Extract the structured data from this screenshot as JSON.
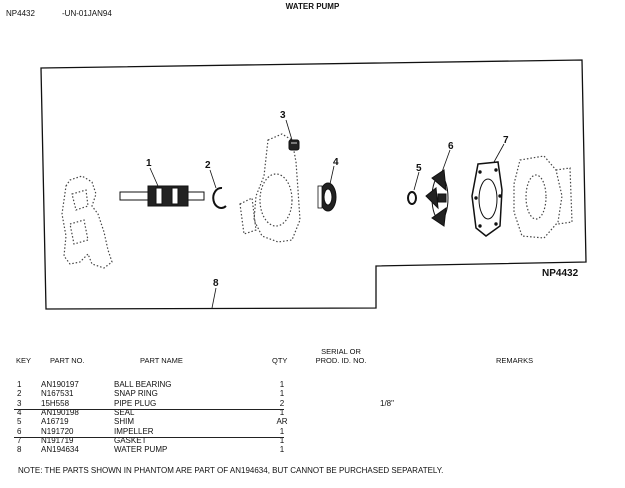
{
  "header": {
    "doc_id": "NP4432",
    "doc_code": "-UN-01JAN94",
    "title": "WATER PUMP"
  },
  "diagram": {
    "ref_label": "NP4432",
    "callouts": [
      "1",
      "2",
      "3",
      "4",
      "5",
      "6",
      "7",
      "8"
    ]
  },
  "table": {
    "columns": {
      "key": "KEY",
      "part_no": "PART NO.",
      "part_name": "PART NAME",
      "qty": "QTY",
      "serial_line1": "SERIAL OR",
      "serial_line2": "PROD. ID. NO.",
      "remarks": "REMARKS"
    },
    "rows": [
      {
        "key": "1",
        "part_no": "AN190197",
        "part_name": "BALL BEARING",
        "qty": "1",
        "remarks": ""
      },
      {
        "key": "2",
        "part_no": "N167531",
        "part_name": "SNAP RING",
        "qty": "1",
        "remarks": ""
      },
      {
        "key": "3",
        "part_no": "15H558",
        "part_name": "PIPE PLUG",
        "qty": "2",
        "remarks": "1/8\""
      },
      {
        "key": "4",
        "part_no": "AN190198",
        "part_name": "SEAL",
        "qty": "1",
        "remarks": ""
      },
      {
        "key": "5",
        "part_no": "A16719",
        "part_name": "SHIM",
        "qty": "AR",
        "remarks": ""
      },
      {
        "key": "6",
        "part_no": "N191720",
        "part_name": "IMPELLER",
        "qty": "1",
        "remarks": ""
      },
      {
        "key": "7",
        "part_no": "N191719",
        "part_name": "GASKET",
        "qty": "1",
        "remarks": ""
      },
      {
        "key": "8",
        "part_no": "AN194634",
        "part_name": "WATER PUMP",
        "qty": "1",
        "remarks": ""
      }
    ]
  },
  "note": "NOTE:  THE PARTS SHOWN IN PHANTOM ARE PART OF AN194634, BUT CANNOT BE PURCHASED SEPARATELY."
}
